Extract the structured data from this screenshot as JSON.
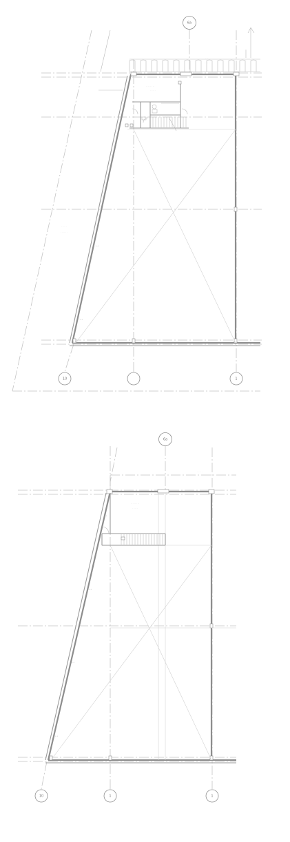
{
  "upper_plan": {
    "grid_bubbles": [
      {
        "key": "top",
        "label": "6a"
      },
      {
        "key": "left",
        "label": "10"
      },
      {
        "key": "middle",
        "label": ""
      },
      {
        "key": "right",
        "label": "1"
      }
    ]
  },
  "lower_plan": {
    "grid_bubbles": [
      {
        "key": "top",
        "label": "6a"
      },
      {
        "key": "left",
        "label": "10"
      },
      {
        "key": "middle",
        "label": "1"
      },
      {
        "key": "right",
        "label": "1"
      }
    ]
  },
  "colors": {
    "line": "#9a9a9a",
    "grid_line": "#c4c4c4",
    "background": "#ffffff"
  }
}
